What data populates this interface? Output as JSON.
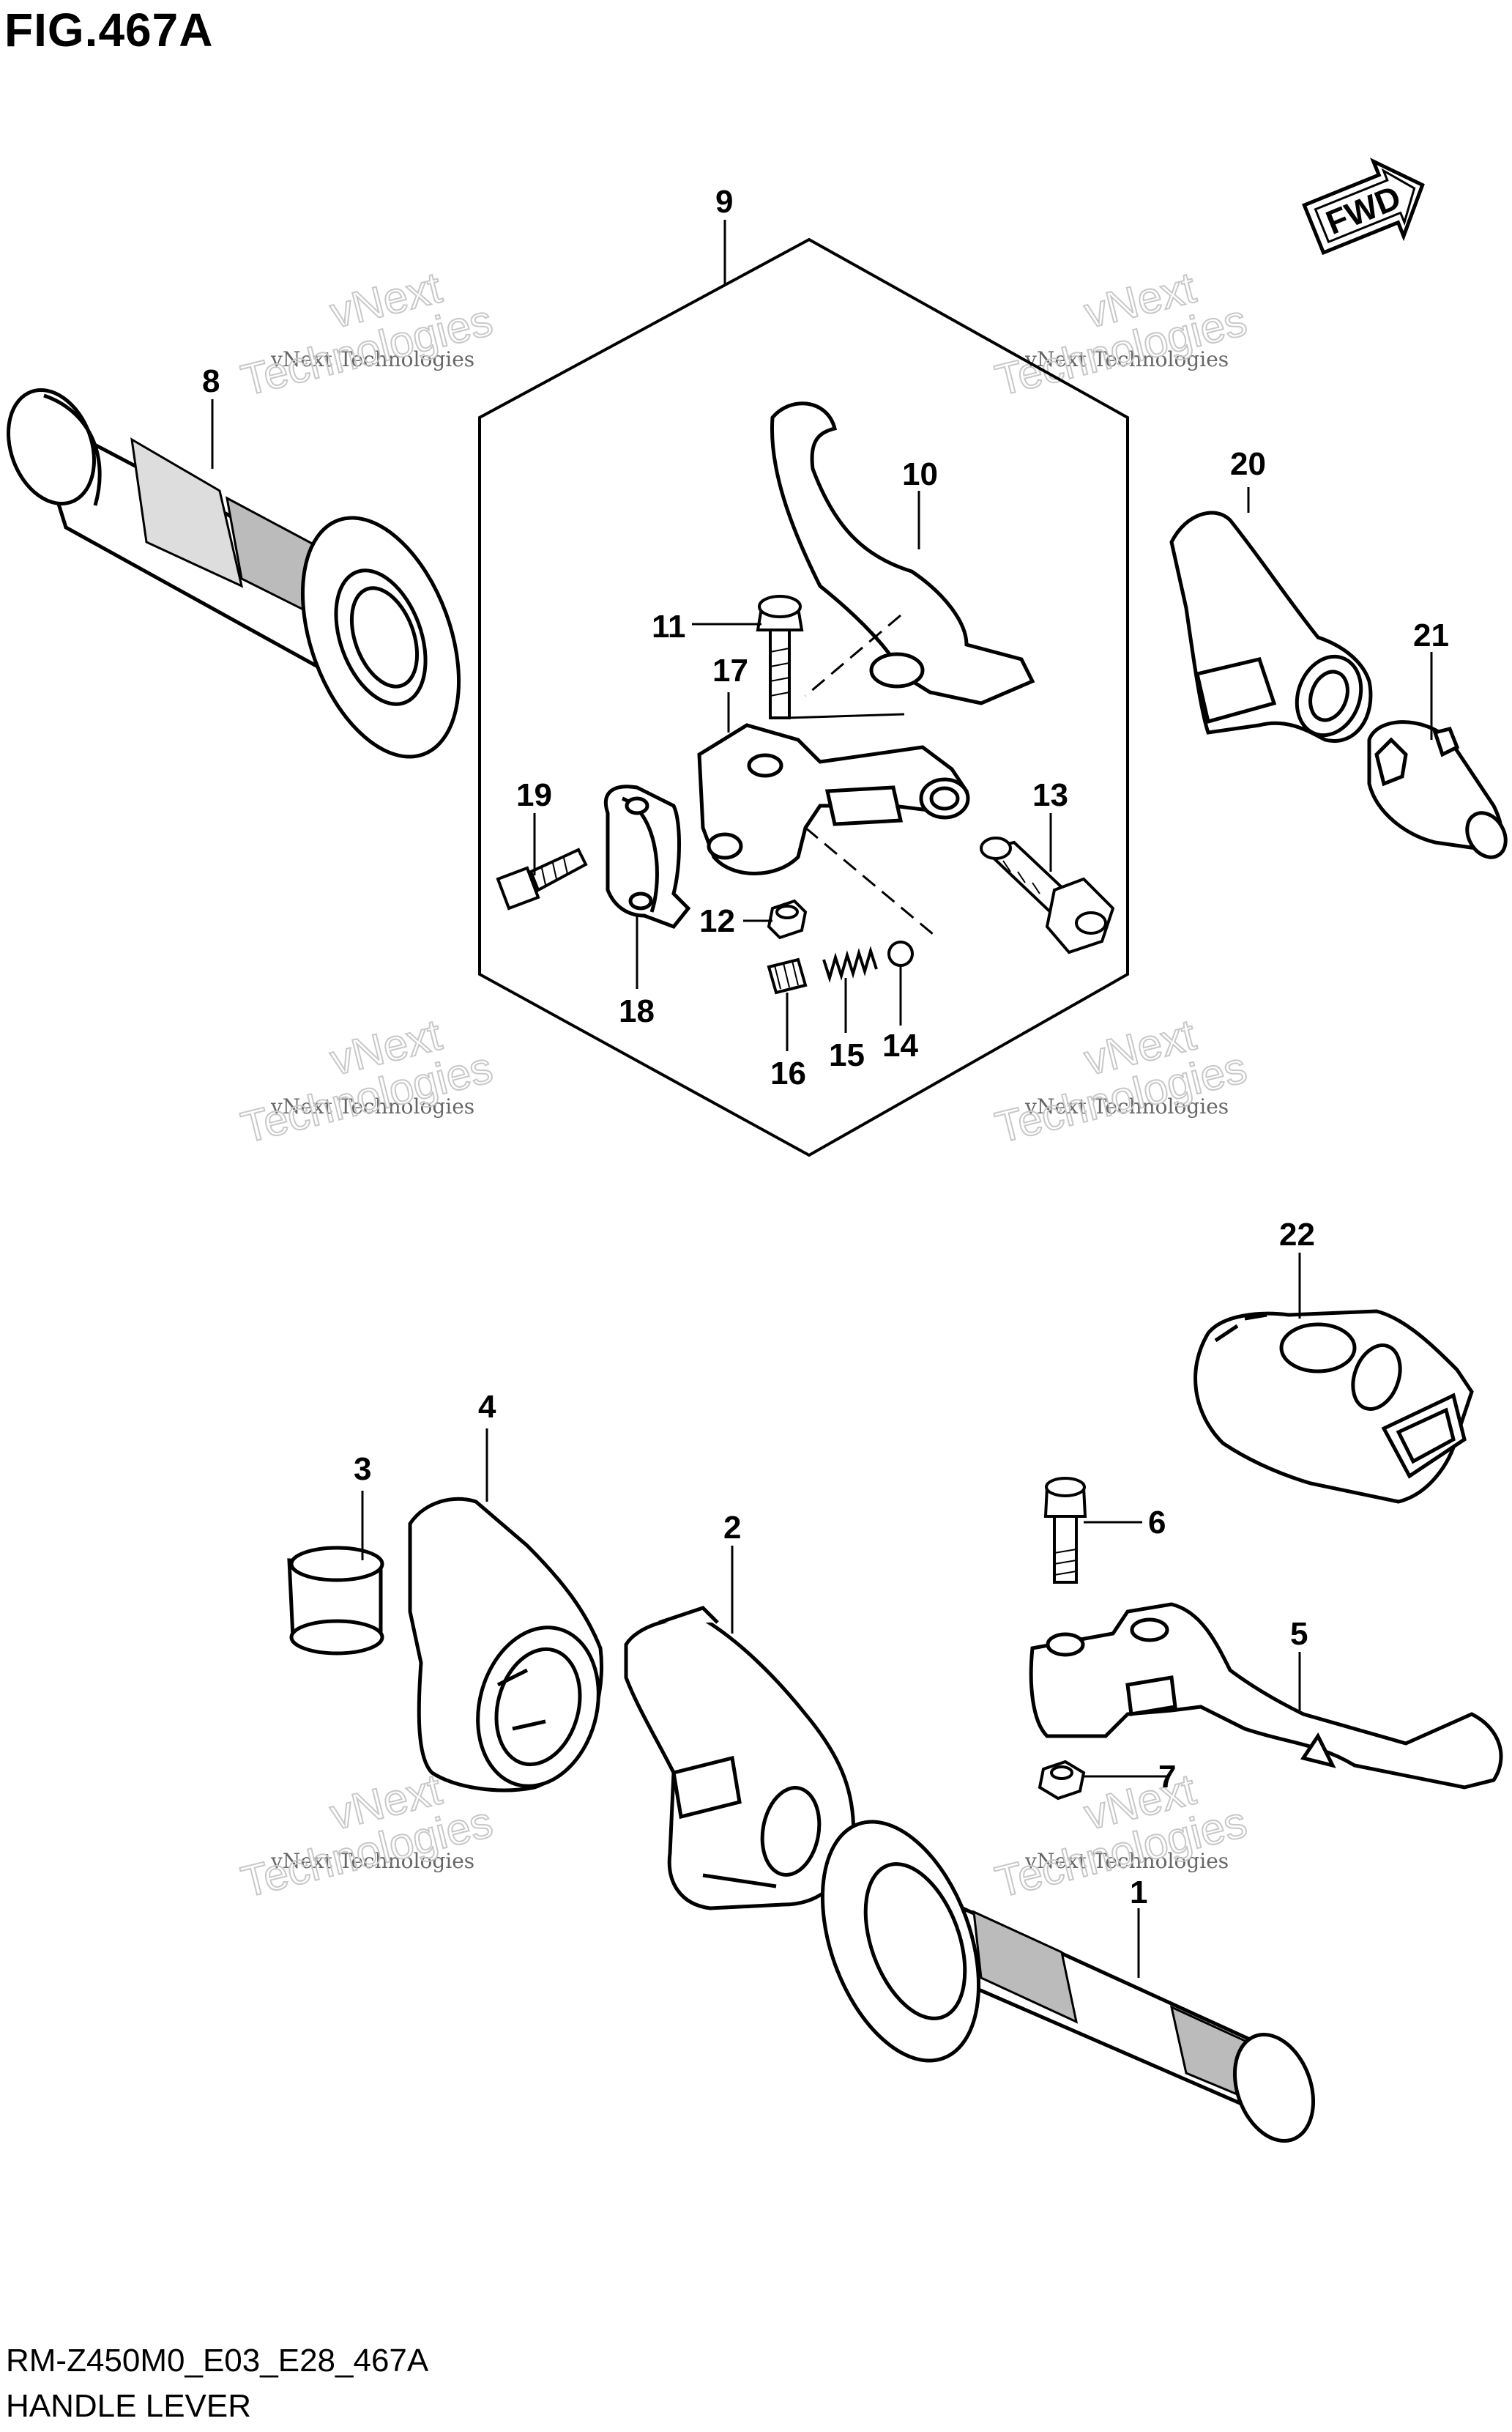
{
  "figure": {
    "title": "FIG.467A",
    "code": "RM-Z450M0_E03_E28_467A",
    "name": "HANDLE LEVER"
  },
  "fwd_label": "FWD",
  "watermark": {
    "line1": "vNext Technologies",
    "line2a": "vNext",
    "line2b": "Technologies"
  },
  "callouts": [
    "1",
    "2",
    "3",
    "4",
    "5",
    "6",
    "7",
    "8",
    "9",
    "10",
    "11",
    "12",
    "13",
    "14",
    "15",
    "16",
    "17",
    "18",
    "19",
    "20",
    "21",
    "22"
  ],
  "colors": {
    "ink": "#000000",
    "paper": "#ffffff",
    "watermark": "#c8c8c8"
  }
}
